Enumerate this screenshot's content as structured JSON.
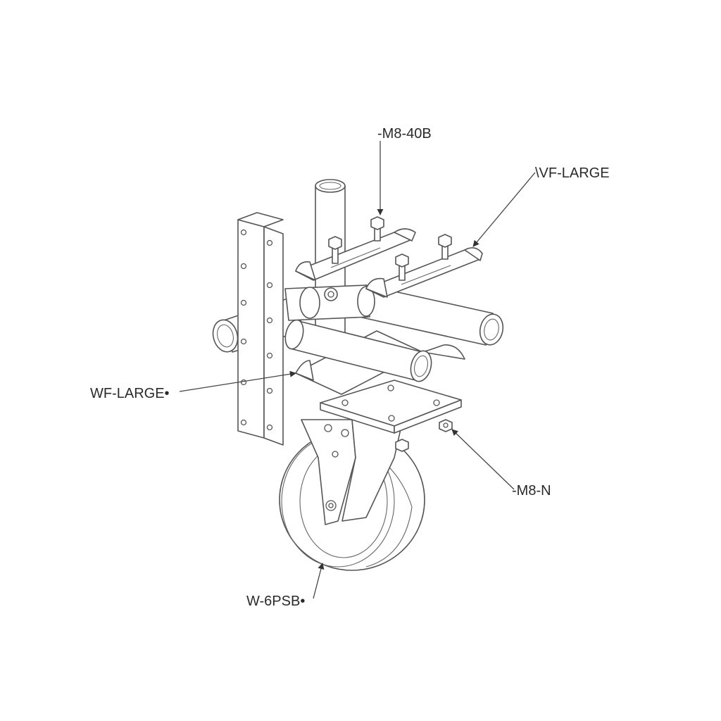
{
  "callouts": {
    "bolt": "-M8-40B",
    "clamp_top": "\\VF-LARGE",
    "clamp_left": "WF-LARGE•",
    "nut": "-M8-N",
    "wheel": "W-6PSB•"
  },
  "colors": {
    "line": "#555555",
    "text": "#2a2a2a",
    "background": "#ffffff"
  }
}
